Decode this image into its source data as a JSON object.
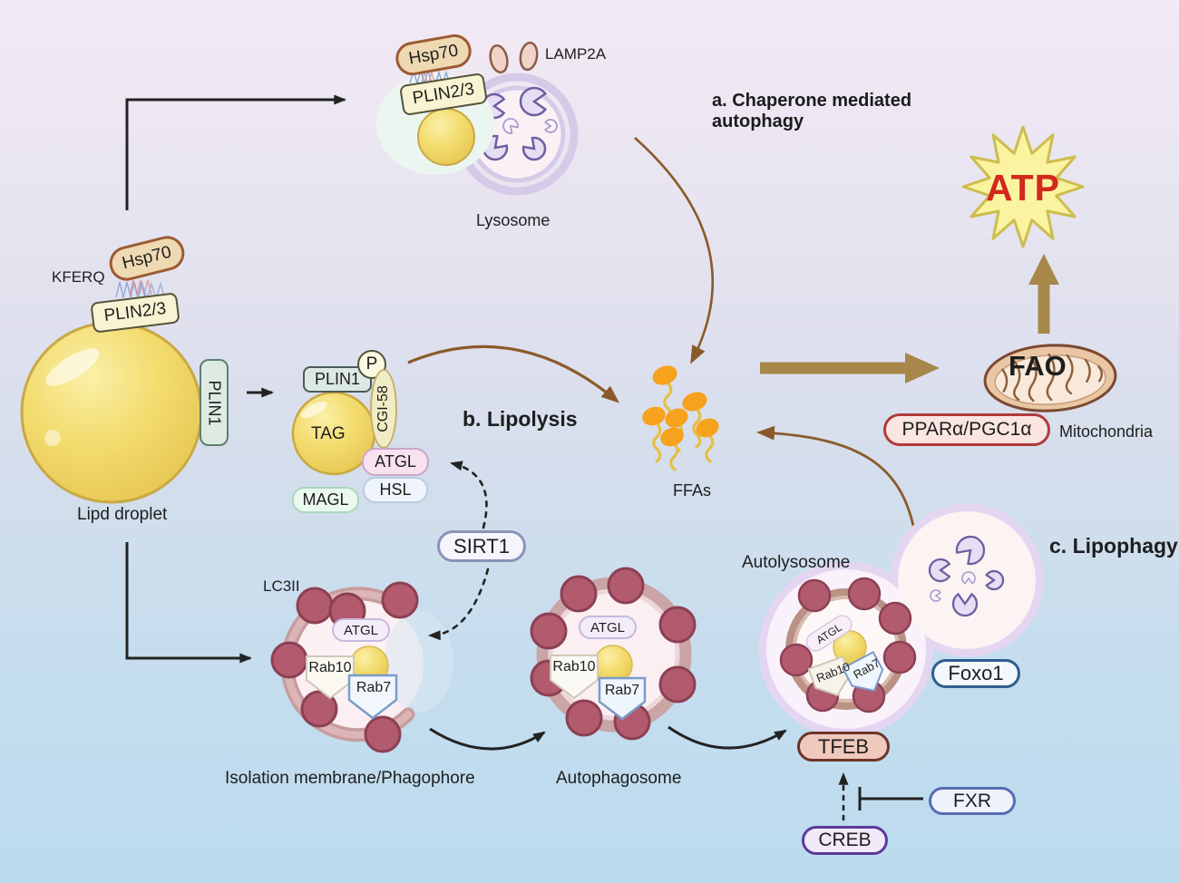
{
  "colors": {
    "bg_top": "#f2eaf4",
    "bg_bottom": "#bbdcee",
    "brown_arrow": "#8b5a2b",
    "tan_arrow": "#a8874b",
    "atp_red": "#d3281c",
    "lc3_dot": "#b25a6e",
    "membrane_pink": "#cba4a6",
    "lysosome_ring": "#d5cbe8"
  },
  "cma": {
    "title": "a. Chaperone mediated\nautophagy",
    "hsp70": "Hsp70",
    "plin23": "PLIN2/3",
    "lamp2a": "LAMP2A",
    "lysosome_label": "Lysosome"
  },
  "droplet": {
    "kferq": "KFERQ",
    "hsp70": "Hsp70",
    "plin23": "PLIN2/3",
    "plin1": "PLIN1",
    "label": "Lipd droplet"
  },
  "lipolysis": {
    "title": "b. Lipolysis",
    "plin1": "PLIN1",
    "p": "P",
    "cgi58": "CGI-58",
    "tag": "TAG",
    "atgl": "ATGL",
    "hsl": "HSL",
    "magl": "MAGL",
    "sirt1": "SIRT1",
    "ffas": "FFAs"
  },
  "energy": {
    "atp": "ATP",
    "fao": "FAO",
    "mitochondria_label": "Mitochondria",
    "ppar": "PPARα/PGC1α"
  },
  "lipophagy": {
    "title": "c. Lipophagy",
    "lc3": "LC3II",
    "phagophore": {
      "atgl": "ATGL",
      "rab10": "Rab10",
      "rab7": "Rab7",
      "label": "Isolation membrane/Phagophore"
    },
    "autophagosome": {
      "atgl": "ATGL",
      "rab10": "Rab10",
      "rab7": "Rab7",
      "label": "Autophagosome"
    },
    "autolysosome": {
      "atgl": "ATGL",
      "rab10": "Rab10",
      "rab7": "Rab7",
      "label": "Autolysosome"
    },
    "foxo1": "Foxo1",
    "tfeb": "TFEB",
    "fxr": "FXR",
    "creb": "CREB"
  }
}
